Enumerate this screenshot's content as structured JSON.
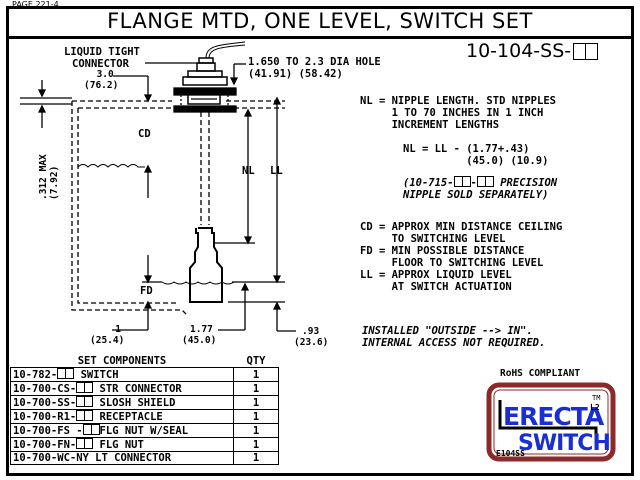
{
  "page": {
    "label": "PAGE 221-4"
  },
  "header": {
    "title": "FLANGE  MTD, ONE LEVEL, SWITCH SET"
  },
  "part_number": {
    "prefix": "10-104-SS-",
    "suffix_boxes": 2
  },
  "drawing": {
    "connector_label_1": "LIQUID TIGHT",
    "connector_label_2": "CONNECTOR",
    "hole_label_1": "1.650 TO 2.3 DIA HOLE",
    "hole_label_2": "(41.91) (58.42)",
    "dim_3_in": "3.0",
    "dim_3_mm": "(76.2)",
    "wall_in": ".312 MAX",
    "wall_mm": "(7.92)",
    "cd": "CD",
    "nl": "NL",
    "ll": "LL",
    "fd": "FD",
    "dim_1_in": "1",
    "dim_1_mm": "(25.4)",
    "dim_177_in": "1.77",
    "dim_177_mm": "(45.0)",
    "dim_93_in": ".93",
    "dim_93_mm": "(23.6)"
  },
  "notes": {
    "nl_def_1": "NL = NIPPLE LENGTH. STD NIPPLES",
    "nl_def_2": "     1 TO 70 INCHES IN 1 INCH",
    "nl_def_3": "     INCREMENT LENGTHS",
    "formula_1": "NL = LL - (1.77+.43)",
    "formula_2": "          (45.0) (10.9)",
    "precision_prefix": "(10-715-",
    "precision_mid": "-",
    "precision_suffix": " PRECISION",
    "precision_2": "NIPPLE SOLD SEPARATELY)",
    "cd_def_1": "CD = APPROX MIN DISTANCE CEILING",
    "cd_def_2": "     TO SWITCHING LEVEL",
    "fd_def_1": "FD = MIN POSSIBLE DISTANCE",
    "fd_def_2": "     FLOOR TO SWITCHING LEVEL",
    "ll_def_1": "LL = APPROX LIQUID LEVEL",
    "ll_def_2": "     AT SWITCH ACTUATION",
    "install_1": "INSTALLED \"OUTSIDE --> IN\".",
    "install_2": "INTERNAL ACCESS NOT REQUIRED."
  },
  "components": {
    "header_name": "SET COMPONENTS",
    "header_qty": "QTY",
    "rows": [
      {
        "pre": "10-782-",
        "boxes": true,
        "desc": " SWITCH",
        "qty": "1"
      },
      {
        "pre": "10-700-CS-",
        "boxes": true,
        "desc": " STR CONNECTOR",
        "qty": "1"
      },
      {
        "pre": "10-700-SS-",
        "boxes": true,
        "desc": " SLOSH SHIELD",
        "qty": "1"
      },
      {
        "pre": "10-700-R1-",
        "boxes": true,
        "desc": " RECEPTACLE",
        "qty": "1"
      },
      {
        "pre": "10-700-FS -",
        "boxes": true,
        "desc": "FLG NUT W/SEAL",
        "qty": "1"
      },
      {
        "pre": "10-700-FN-",
        "boxes": true,
        "desc": " FLG NUT",
        "qty": "1"
      },
      {
        "pre": "10-700-WC-NY LT CONNECTOR",
        "boxes": false,
        "desc": "",
        "qty": "1"
      }
    ]
  },
  "branding": {
    "rohs": "RoHS COMPLIANT",
    "logo_line1": "ERECTA",
    "logo_line2": "SWITCH",
    "tm": "TM",
    "l2": "L2",
    "code": "E104SS",
    "colors": {
      "border": "#8b2a2a",
      "text": "#1a2ed6"
    }
  }
}
